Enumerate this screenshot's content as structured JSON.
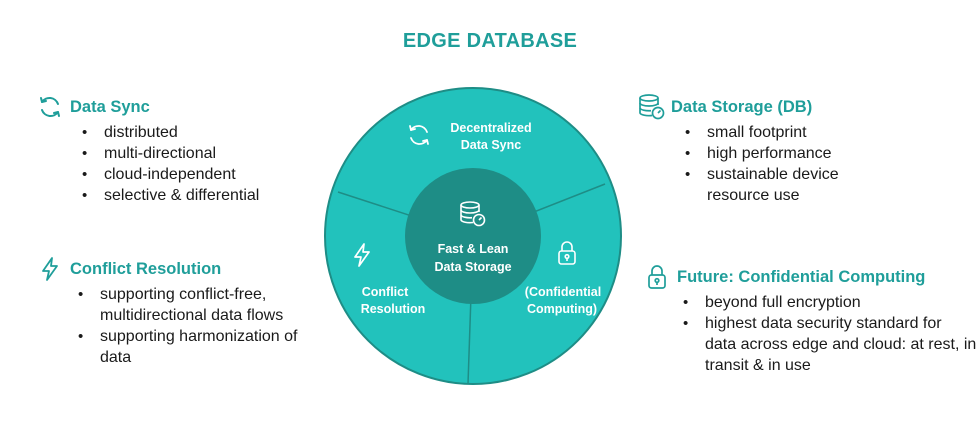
{
  "title": "EDGE DATABASE",
  "colors": {
    "accent": "#1f9e9a",
    "ring": "#22c2bc",
    "center": "#1e8d86",
    "text": "#1a1a1a"
  },
  "blocks": {
    "sync": {
      "heading": "Data Sync",
      "icon": "sync-arrows-icon",
      "items": [
        "distributed",
        "multi-directional",
        "cloud-independent",
        "selective & differential"
      ]
    },
    "conflict": {
      "heading": "Conflict Resolution",
      "icon": "lightning-icon",
      "items": [
        "supporting conflict-free, multidirectional data flows",
        "supporting harmonization of data"
      ]
    },
    "storage": {
      "heading": "Data Storage (DB)",
      "icon": "database-gauge-icon",
      "items": [
        "small footprint",
        "high performance",
        "sustainable device resource use"
      ]
    },
    "future": {
      "heading": "Future: Confidential Computing",
      "icon": "padlock-icon",
      "items": [
        "beyond full encryption",
        "highest data security standard for data across edge and cloud: at rest, in transit & in use"
      ]
    }
  },
  "wheel": {
    "top": {
      "line1": "Decentralized",
      "line2": "Data Sync",
      "icon": "sync-arrows-icon"
    },
    "left": {
      "line1": "Conflict",
      "line2": "Resolution",
      "icon": "lightning-icon"
    },
    "right": {
      "line1": "(Confidential",
      "line2": "Computing)",
      "icon": "padlock-icon"
    },
    "center": {
      "line1": "Fast & Lean",
      "line2": "Data Storage",
      "icon": "database-gauge-icon"
    }
  }
}
